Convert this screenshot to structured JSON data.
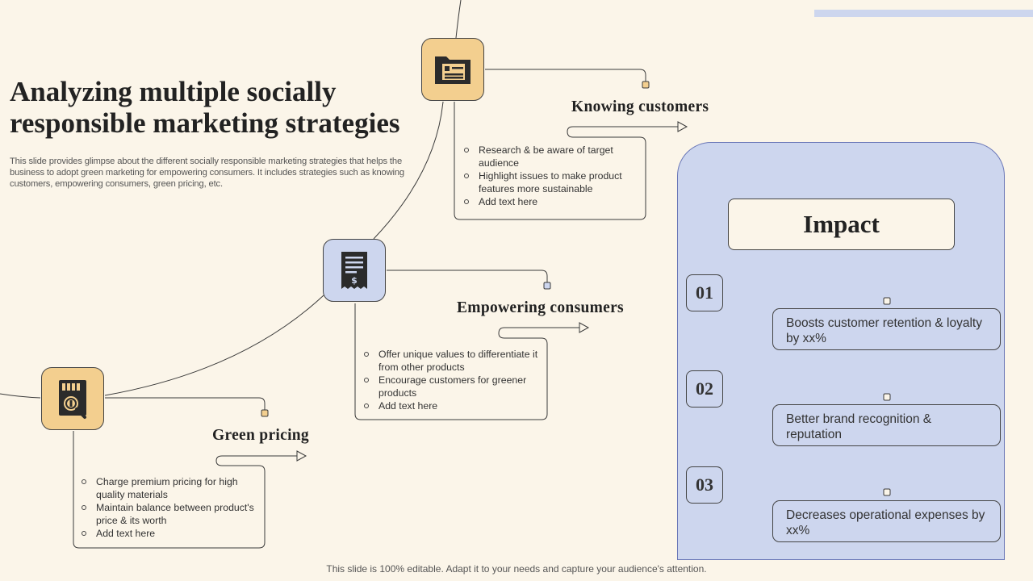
{
  "title": "Analyzing multiple socially responsible marketing strategies",
  "subtitle": "This slide provides glimpse about the different socially responsible marketing strategies that helps the business to adopt green marketing for empowering consumers. It includes strategies such as knowing customers, empowering consumers, green pricing, etc.",
  "strategies": [
    {
      "title": "Knowing customers",
      "icon": "folder-document-icon",
      "bullets": [
        "Research & be aware of target audience",
        "Highlight issues to make product features more sustainable",
        "Add text here"
      ]
    },
    {
      "title": "Empowering consumers",
      "icon": "invoice-dollar-icon",
      "bullets": [
        "Offer unique values to differentiate it from other products",
        "Encourage customers for greener products",
        "Add text here"
      ]
    },
    {
      "title": "Green pricing",
      "icon": "pricing-analysis-icon",
      "bullets": [
        "Charge premium pricing for high quality materials",
        "Maintain balance between product's price & its worth",
        "Add text here"
      ]
    }
  ],
  "impact": {
    "heading": "Impact",
    "items": [
      {
        "number": "01",
        "text": "Boosts customer retention & loyalty  by xx%"
      },
      {
        "number": "02",
        "text": "Better brand recognition & reputation"
      },
      {
        "number": "03",
        "text": "Decreases operational expenses by xx%"
      }
    ]
  },
  "footer": "This slide is 100% editable. Adapt it to your needs and capture your audience's attention.",
  "colors": {
    "background": "#fbf5e9",
    "gold": "#f3cf8f",
    "lavender": "#cdd6ee",
    "panel_border": "#6b78b8",
    "icon_dark": "#2b2b2b"
  }
}
